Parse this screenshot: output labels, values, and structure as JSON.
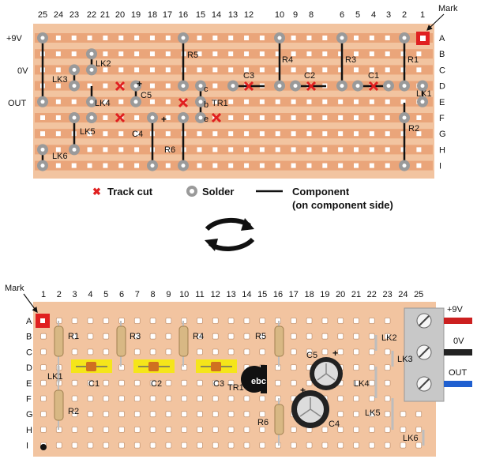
{
  "top": {
    "columns": [
      "25",
      "24",
      "23",
      "22",
      "21",
      "20",
      "19",
      "18",
      "17",
      "16",
      "15",
      "14",
      "13",
      "12",
      "10",
      "9",
      "8",
      "6",
      "5",
      "4",
      "3",
      "2",
      "1"
    ],
    "rows": [
      "A",
      "B",
      "C",
      "D",
      "E",
      "F",
      "G",
      "H",
      "I"
    ],
    "mark_label": "Mark",
    "rails": [
      "+9V",
      "0V",
      "OUT"
    ],
    "components": [
      "LK2",
      "LK3",
      "LK4",
      "LK5",
      "LK6",
      "C5",
      "C4",
      "R5",
      "R6",
      "TR1",
      "R4",
      "R3",
      "R2",
      "R1",
      "LK1",
      "C3",
      "C2",
      "C1"
    ],
    "pin_labels": [
      "c",
      "b",
      "e"
    ],
    "plus": "+"
  },
  "legend": {
    "cut_symbol": "✖",
    "cut": "Track cut",
    "solder": "Solder",
    "component_line1": "Component",
    "component_line2": "(on component side)"
  },
  "bottom": {
    "columns": [
      "1",
      "2",
      "3",
      "4",
      "5",
      "6",
      "7",
      "8",
      "9",
      "10",
      "11",
      "12",
      "13",
      "14",
      "15",
      "16",
      "17",
      "18",
      "19",
      "20",
      "21",
      "22",
      "23",
      "24",
      "25"
    ],
    "rows": [
      "A",
      "B",
      "C",
      "D",
      "E",
      "F",
      "G",
      "H",
      "I"
    ],
    "mark_label": "Mark",
    "components": [
      "R1",
      "R3",
      "R4",
      "R5",
      "C1",
      "C2",
      "C3",
      "TR1",
      "C5",
      "C4",
      "LK1",
      "R2",
      "R6",
      "LK2",
      "LK3",
      "LK4",
      "LK5",
      "LK6"
    ],
    "transistor_text": "ebc",
    "plus": "+",
    "terminals": [
      "+9V",
      "0V",
      "OUT"
    ]
  },
  "colors": {
    "board": "#f2c4a0",
    "track": "#eaa57a",
    "hole": "#ffffff",
    "solder": "#9a9a9a",
    "cut": "#e02020",
    "mark": "#e02020",
    "cap_body": "#f5e51a",
    "terminal": "#c8c8c8",
    "wire_red": "#cc2020",
    "wire_black": "#222222",
    "wire_blue": "#1f5fd0"
  }
}
